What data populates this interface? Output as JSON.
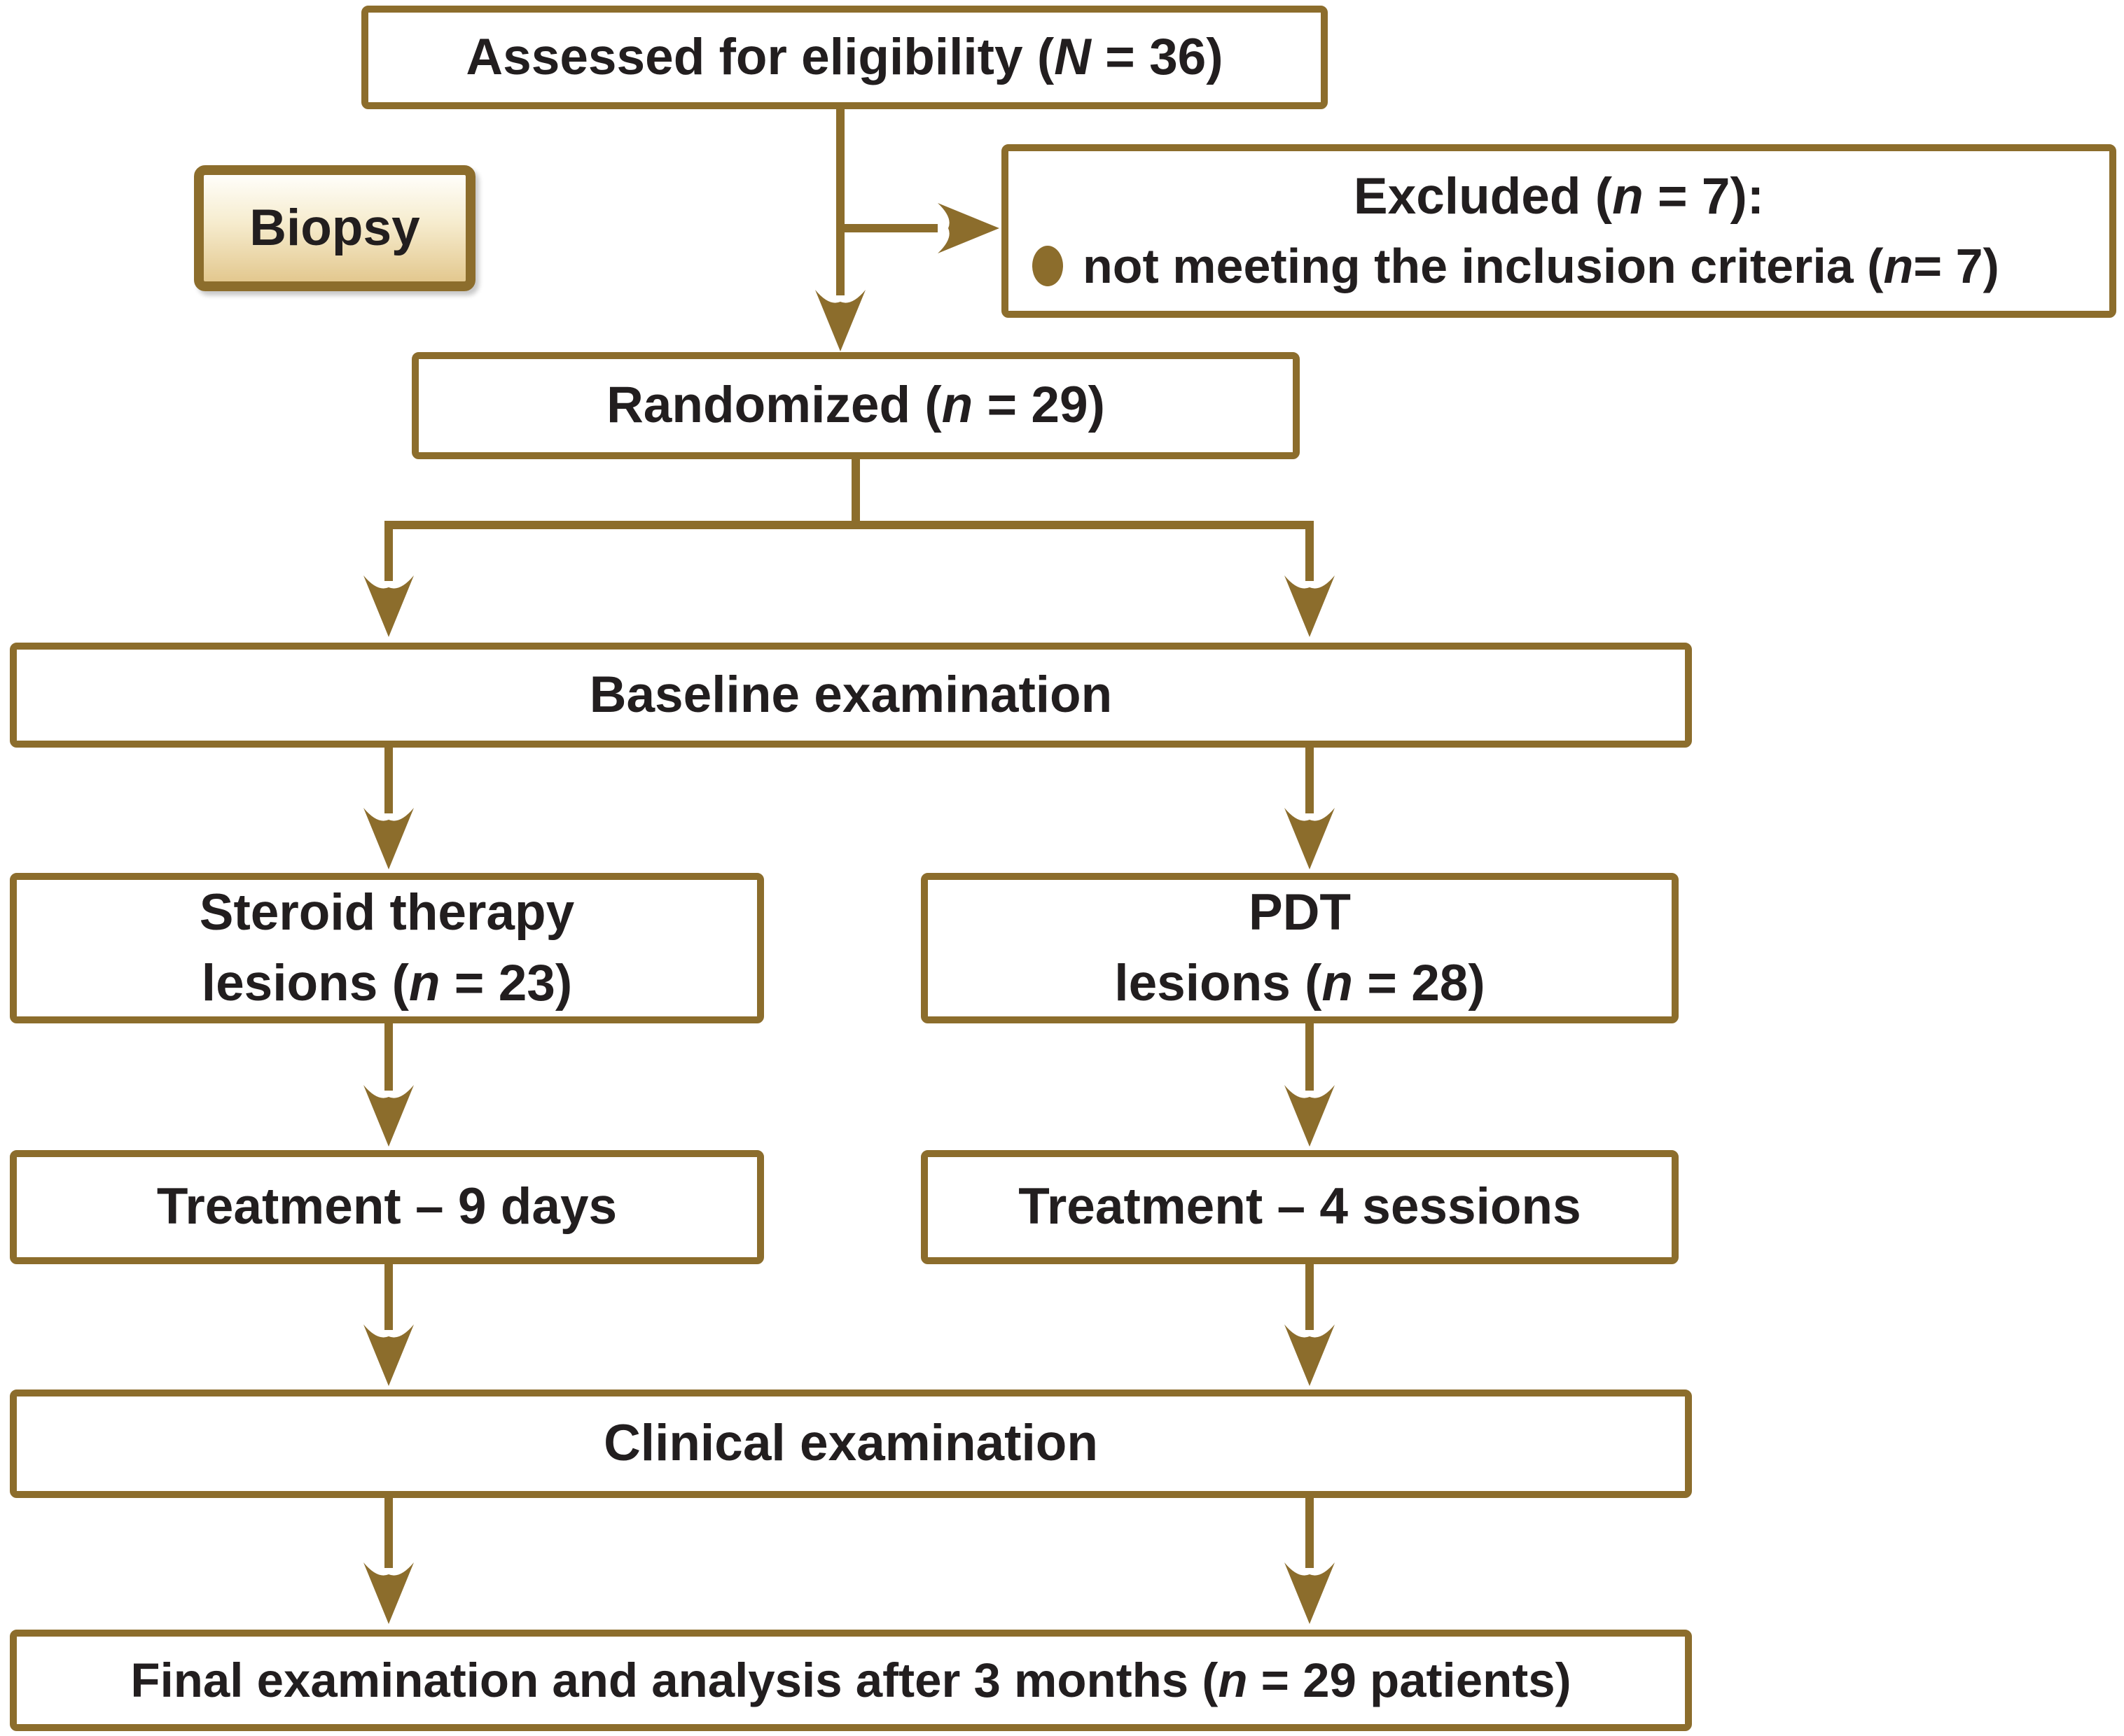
{
  "palette": {
    "accent": "#8c6d2c",
    "text_color": "#221e1f",
    "biopsy_top": "#fffefa",
    "biopsy_bottom": "#e3c88f"
  },
  "icons": {
    "excluded_bullet": "filled-oval-bullet-icon",
    "flow_arrowhead": "concave-barb-arrowhead-icon"
  },
  "boxes": {
    "assessed": {
      "pre": "Assessed for eligibility (",
      "n": "N",
      "post": " = 36)"
    },
    "biopsy": {
      "label": "Biopsy"
    },
    "excluded": {
      "line1_pre": "Excluded (",
      "line1_n": "n",
      "line1_post": " = 7):",
      "line2_pre": "not meeting the inclusion criteria (",
      "line2_n": "n",
      "line2_post": " = 7)"
    },
    "randomized": {
      "pre": "Randomized (",
      "n": "n",
      "post": " = 29)"
    },
    "baseline": {
      "label": "Baseline examination"
    },
    "steroid": {
      "line1": "Steroid therapy",
      "line2_pre": "lesions (",
      "line2_n": "n",
      "line2_post": " = 23)"
    },
    "pdt": {
      "line1": "PDT",
      "line2_pre": "lesions (",
      "line2_n": "n",
      "line2_post": " = 28)"
    },
    "treatment_steroid": {
      "label": "Treatment – 9 days"
    },
    "treatment_pdt": {
      "label": "Treatment – 4 sessions"
    },
    "clinical": {
      "label": "Clinical examination"
    },
    "final": {
      "pre": "Final examination and analysis after 3 months (",
      "n": "n",
      "post": " = 29 patients)"
    }
  }
}
